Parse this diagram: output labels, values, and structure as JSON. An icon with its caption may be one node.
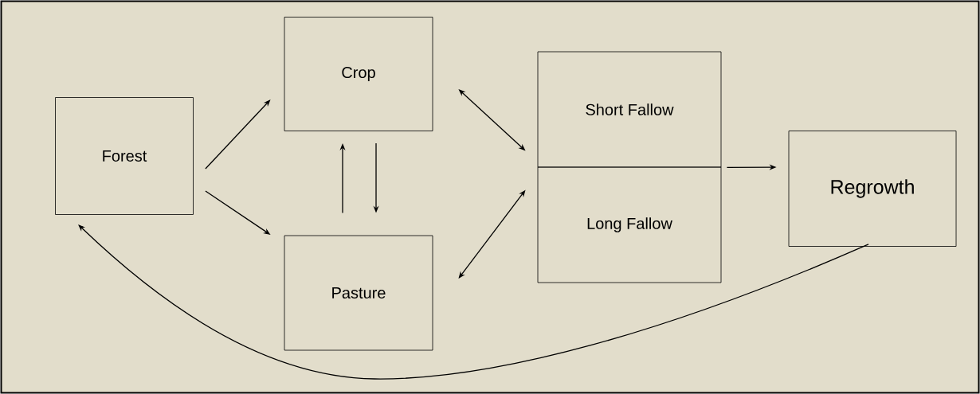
{
  "diagram": {
    "nodes": [
      {
        "text": [
          "Forest"
        ]
      },
      {
        "text": [
          "Crop"
        ]
      },
      {
        "text": [
          "Pasture"
        ]
      },
      {
        "text": [
          "Short Fallow"
        ]
      },
      {
        "text": [
          "Long Fallow"
        ]
      },
      {
        "text": [
          "Regrowth"
        ]
      }
    ],
    "edges": [
      {
        "from": 0,
        "to": 1,
        "arrow": "to"
      },
      {
        "from": 0,
        "to": 2,
        "arrow": "to"
      },
      {
        "from": 2,
        "to": 1,
        "arrow": "to"
      },
      {
        "from": 1,
        "to": 2,
        "arrow": "to"
      },
      {
        "from": 1,
        "to": 3,
        "arrow": "both"
      },
      {
        "from": 2,
        "to": 4,
        "arrow": "both"
      },
      {
        "from": 3,
        "to": 5,
        "arrow": "to"
      },
      {
        "from": 5,
        "to": 0,
        "arrow": "to"
      }
    ]
  }
}
